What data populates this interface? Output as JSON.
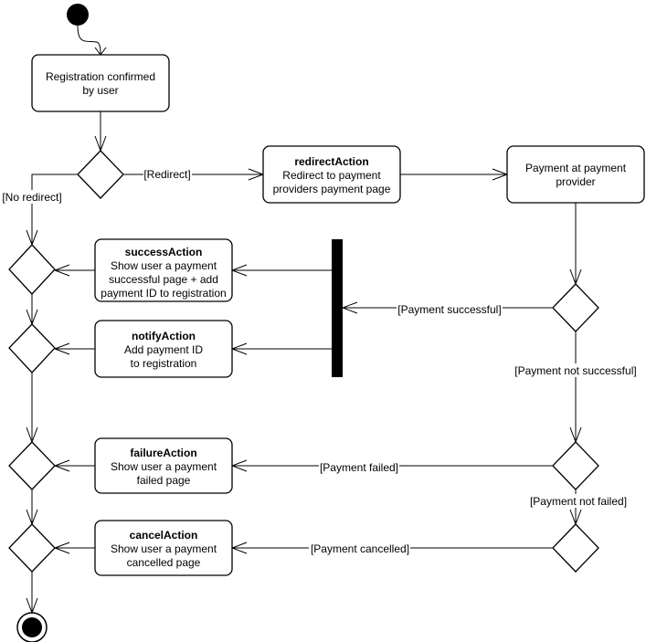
{
  "actions": {
    "registration": {
      "lines": [
        "Registration confirmed",
        "by user"
      ]
    },
    "redirect": {
      "title": "redirectAction",
      "lines": [
        "Redirect to payment",
        "providers payment page"
      ]
    },
    "provider": {
      "lines": [
        "Payment at payment",
        "provider"
      ]
    },
    "success": {
      "title": "successAction",
      "lines": [
        "Show user a payment",
        "successful page + add",
        "payment ID to registration"
      ]
    },
    "notify": {
      "title": "notifyAction",
      "lines": [
        "Add payment ID",
        "to registration"
      ]
    },
    "failure": {
      "title": "failureAction",
      "lines": [
        "Show user a payment",
        "failed page"
      ]
    },
    "cancel": {
      "title": "cancelAction",
      "lines": [
        "Show user a payment",
        "cancelled page"
      ]
    }
  },
  "guards": {
    "redirect": "[Redirect]",
    "no_redirect": "[No redirect]",
    "payment_successful": "[Payment successful]",
    "payment_not_successful": "[Payment not successful]",
    "payment_failed": "[Payment failed]",
    "payment_not_failed": "[Payment not failed]",
    "payment_cancelled": "[Payment cancelled]"
  },
  "colors": {
    "stroke": "#000000",
    "fill": "#ffffff",
    "node_fill": "#000000"
  }
}
